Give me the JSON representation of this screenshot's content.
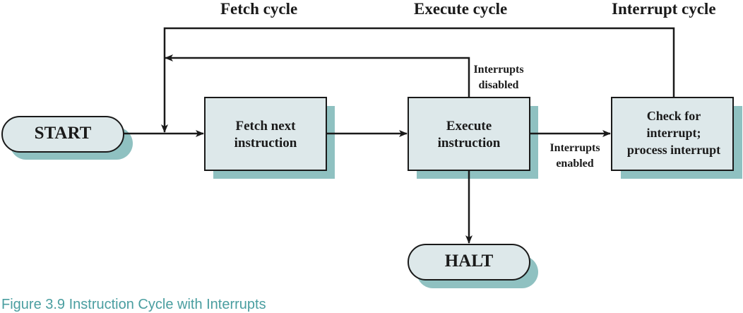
{
  "headers": {
    "fetch": "Fetch cycle",
    "execute": "Execute cycle",
    "interrupt": "Interrupt cycle"
  },
  "nodes": {
    "start": "START",
    "fetch": [
      "Fetch next",
      "instruction"
    ],
    "execute": [
      "Execute",
      "instruction"
    ],
    "check": [
      "Check for",
      "interrupt;",
      "process interrupt"
    ],
    "halt": "HALT"
  },
  "edge_labels": {
    "disabled": [
      "Interrupts",
      "disabled"
    ],
    "enabled": [
      "Interrupts",
      "enabled"
    ]
  },
  "caption": "Figure 3.9   Instruction Cycle with Interrupts",
  "colors": {
    "fill": "#dde8ea",
    "shadow": "#8fc1c1",
    "stroke": "#1a1a1a"
  }
}
